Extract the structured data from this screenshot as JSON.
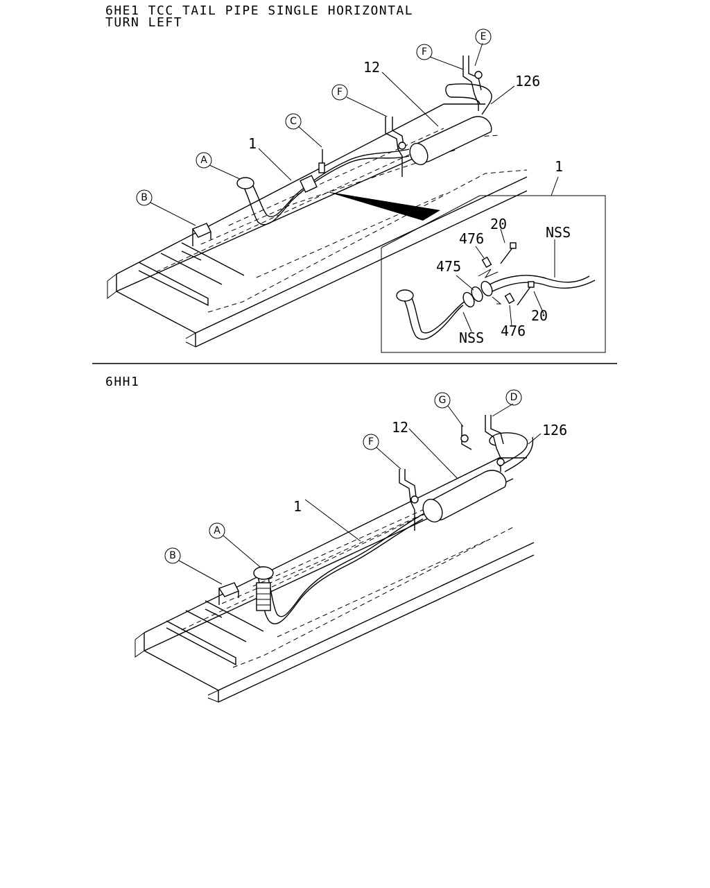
{
  "section_top": {
    "title_line1": "6HE1 TCC TAIL PIPE SINGLE HORIZONTAL",
    "title_line2": "TURN LEFT",
    "callouts": {
      "A": "A",
      "B": "B",
      "C": "C",
      "E": "E",
      "F1": "F",
      "F2": "F"
    },
    "part_numbers": {
      "p1": "1",
      "p12": "12",
      "p126": "126"
    },
    "detail": {
      "ref": "1",
      "labels": {
        "nss_top": "NSS",
        "nss_bottom": "NSS",
        "p20_top": "20",
        "p20_bottom": "20",
        "p476_top": "476",
        "p476_bottom": "476",
        "p475": "475"
      }
    }
  },
  "section_bottom": {
    "title": "6HH1",
    "callouts": {
      "A": "A",
      "B": "B",
      "D": "D",
      "F": "F",
      "G": "G"
    },
    "part_numbers": {
      "p1": "1",
      "p12": "12",
      "p126": "126"
    }
  }
}
